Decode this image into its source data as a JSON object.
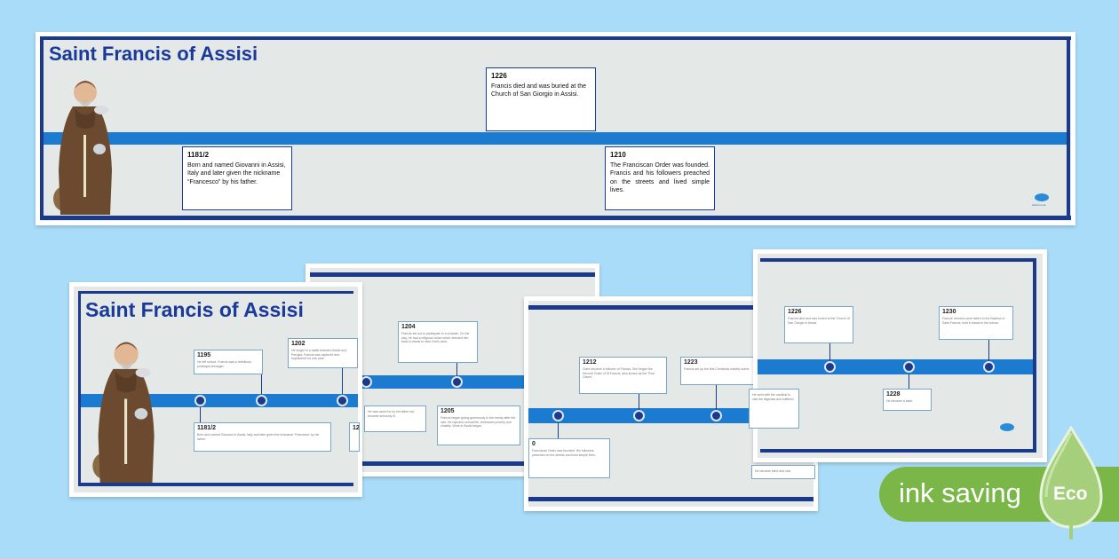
{
  "banner": {
    "title": "Saint Francis of Assisi",
    "events": [
      {
        "year": "1181/2",
        "text": "Born and named Giovanni in Assisi, Italy and later given the nickname “Francesco” by his father."
      },
      {
        "year": "1226",
        "text": "Francis died and was buried at the Church of San Giorgio in Assisi."
      },
      {
        "year": "1210",
        "text": "The Franciscan Order was founded. Francis and his followers preached on the streets and lived simple lives."
      }
    ]
  },
  "slide1": {
    "title": "Saint Francis of Assisi",
    "events": [
      {
        "year": "1195",
        "text": "He left school. Francis was a rebellious, privileged teenager."
      },
      {
        "year": "1202",
        "text": "He fought in a battle between Assisi and Perugia. Francis was captured and imprisoned for one year."
      },
      {
        "year": "1181/2",
        "text": "Born and named Giovanni in Assisi, Italy and later given the nickname 'Francesco' by his father."
      },
      {
        "year": "12",
        "text": ""
      }
    ]
  },
  "slide2": {
    "events": [
      {
        "year": "1204",
        "text": "Francis set out to participate in a crusade. On the way, he had a religious vision which directed him back to Assisi to start God's work."
      },
      {
        "year": "",
        "text": "He was cared for by his father but became seriously ill."
      },
      {
        "year": "1205",
        "text": "Francis began giving generously to the needy after the visit. He rejected normal life, embraced poverty and chastity. Work in Assisi began."
      }
    ]
  },
  "slide3": {
    "events": [
      {
        "year": "1212",
        "text": "Clare became a follower of Francis. She began the Second Order of St Francis, also known as the 'Poor Clares'."
      },
      {
        "year": "1223",
        "text": "Francis set up the first Christmas nativity scene."
      },
      {
        "year": "0",
        "text": "Franciscan Order was founded. His followers preached on the streets and lived simple lives."
      }
    ]
  },
  "slide4": {
    "events": [
      {
        "year": "1226",
        "text": "Francis died and was buried at the Church of San Giorgio in Assisi."
      },
      {
        "year": "1230",
        "text": "Francis' remains were taken to the Basilica of Saint Francis, built in Assisi in his honour."
      },
      {
        "year": "1228",
        "text": "He became a saint."
      },
      {
        "year": "",
        "text": "He went with the cardinal to visit the stigmata and suffered."
      },
      {
        "year": "",
        "text": "He became blind and sick."
      }
    ]
  },
  "badge": {
    "label": "ink saving",
    "eco": "Eco"
  },
  "colors": {
    "navy": "#1b3a8c",
    "band": "#1a7bd0",
    "green": "#7ab648",
    "background": "#a9dcf8"
  }
}
